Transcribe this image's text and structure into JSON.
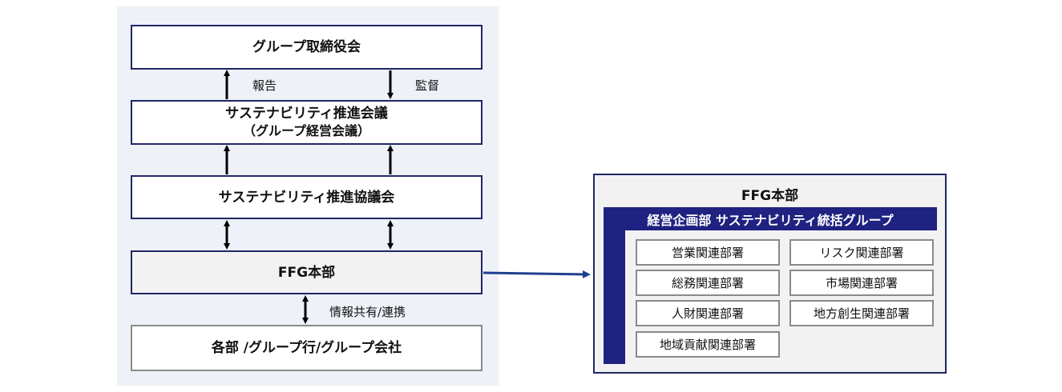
{
  "left": {
    "board": "グループ取締役会",
    "council_line1": "サステナビリティ推進会議",
    "council_line2": "（グループ経営会議）",
    "committee": "サステナビリティ推進協議会",
    "hq": "FFG本部",
    "groups": "各部 /グループ行/グループ会社",
    "report_label": "報告",
    "supervise_label": "監督",
    "share_label": "情報共有/連携"
  },
  "right": {
    "title": "FFG本部",
    "group_header": "経営企画部  サステナビリティ統括グループ",
    "departments": [
      "営業関連部署",
      "リスク関連部署",
      "総務関連部署",
      "市場関連部署",
      "人財関連部署",
      "地方創生関連部署",
      "地域貢献関連部署"
    ]
  }
}
